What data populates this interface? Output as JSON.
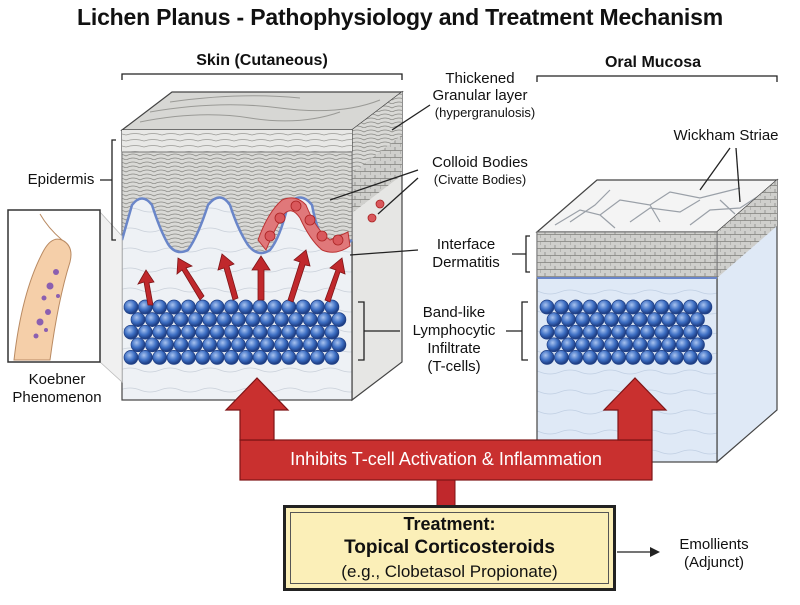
{
  "title": "Lichen Planus - Pathophysiology and Treatment Mechanism",
  "headers": {
    "skin": "Skin (Cutaneous)",
    "oral": "Oral Mucosa"
  },
  "labels": {
    "thickened_line1": "Thickened",
    "thickened_line2": "Granular layer",
    "thickened_line3": "(hypergranulosis)",
    "colloid_line1": "Colloid Bodies",
    "colloid_line2": "(Civatte Bodies)",
    "interface_line1": "Interface",
    "interface_line2": "Dermatitis",
    "band_line1": "Band-like",
    "band_line2": "Lymphocytic",
    "band_line3": "Infiltrate",
    "band_line4": "(T-cells)",
    "wickham": "Wickham Striae",
    "epidermis": "Epidermis",
    "koebner_line1": "Koebner",
    "koebner_line2": "Phenomenon",
    "emollients_line1": "Emollients",
    "emollients_line2": "(Adjunct)"
  },
  "banner": "Inhibits T-cell Activation & Inflammation",
  "treatment": {
    "line1": "Treatment:",
    "line2": "Topical Corticosteroids",
    "line3": "(e.g., Clobetasol Propionate)"
  },
  "colors": {
    "arrow_red": "#c0282c",
    "lymphocyte_blue": "#3d6fc4",
    "treatment_box": "#fbefb8",
    "dermis_blue": "#dfe9f6"
  }
}
